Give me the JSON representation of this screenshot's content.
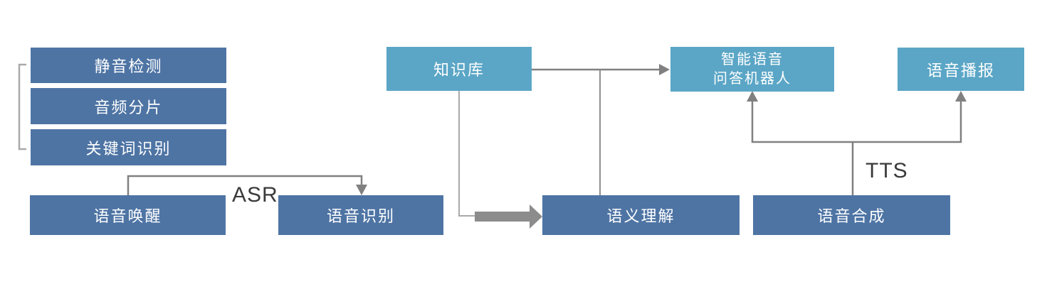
{
  "diagram": {
    "boxes": {
      "silence_detection": "静音检测",
      "audio_segmentation": "音频分片",
      "keyword_recognition": "关键词识别",
      "voice_wakeup": "语音唤醒",
      "speech_recognition": "语音识别",
      "knowledge_base": "知识库",
      "semantic_understanding": "语义理解",
      "qa_robot": "智能语音\n问答机器人",
      "voice_broadcast": "语音播报",
      "speech_synthesis": "语音合成"
    },
    "labels": {
      "asr": "ASR",
      "tts": "TTS"
    },
    "colors": {
      "dark_box": "#4E74A4",
      "light_box": "#5BA6C6",
      "box_text": "#FFFFFF",
      "connector_gray": "#808080",
      "thick_arrow_gray": "#8C8C8C",
      "bracket_gray": "#A9A9A9",
      "flow_label_text": "#3A3A3A"
    }
  }
}
